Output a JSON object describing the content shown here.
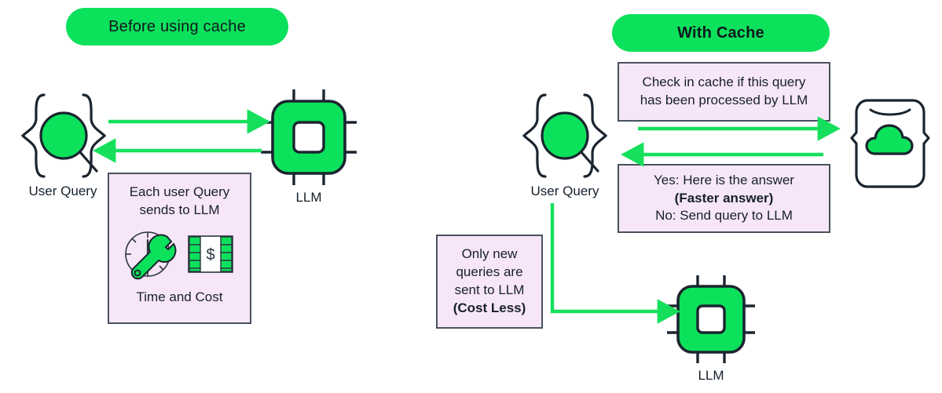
{
  "diagram": {
    "title_left": "Before using cache",
    "title_right": "With Cache",
    "panels": {
      "left": {
        "header_label": "Before using cache",
        "user_query_label": "User Query",
        "llm_label": "LLM",
        "note": {
          "lines": [
            {
              "text": "Each user Query",
              "bold": false
            },
            {
              "text": "sends to LLM",
              "bold": false
            }
          ],
          "footer": "Time  and Cost",
          "icons": [
            "clock-wrench-icon",
            "money-bill-icon"
          ]
        },
        "arrows": [
          {
            "name": "user-to-llm-arrow",
            "direction": "right"
          },
          {
            "name": "llm-to-user-arrow",
            "direction": "left"
          }
        ]
      },
      "right": {
        "header_label": "With Cache",
        "user_query_label": "User Query",
        "llm_label": "LLM",
        "cache_icon": "cache-cloud-icon",
        "note_check": {
          "lines": [
            {
              "text": "Check in cache if this query",
              "bold": false
            },
            {
              "text": "has been processed by LLM",
              "bold": false
            }
          ]
        },
        "note_answer": {
          "lines": [
            {
              "text": "Yes: Here is the answer",
              "bold": false
            },
            {
              "text": "(Faster answer)",
              "bold": true
            },
            {
              "text": "No: Send query to LLM",
              "bold": false
            }
          ]
        },
        "note_cost": {
          "lines": [
            {
              "text": "Only new",
              "bold": false
            },
            {
              "text": "queries are",
              "bold": false
            },
            {
              "text": "sent to LLM",
              "bold": false
            },
            {
              "text": "(Cost Less)",
              "bold": true
            }
          ]
        },
        "arrows": [
          {
            "name": "query-to-cache-arrow",
            "direction": "right"
          },
          {
            "name": "cache-to-query-arrow",
            "direction": "left"
          },
          {
            "name": "query-to-llm-elbow-arrow",
            "direction": "elbow-right"
          }
        ]
      }
    },
    "colors": {
      "green": "#0ce15b",
      "green_arrow": "#16e05b",
      "pink_note_fill": "#f7e6f8",
      "note_border": "#48525e",
      "outline_dark": "#1b2530",
      "background": "#ffffff"
    }
  }
}
